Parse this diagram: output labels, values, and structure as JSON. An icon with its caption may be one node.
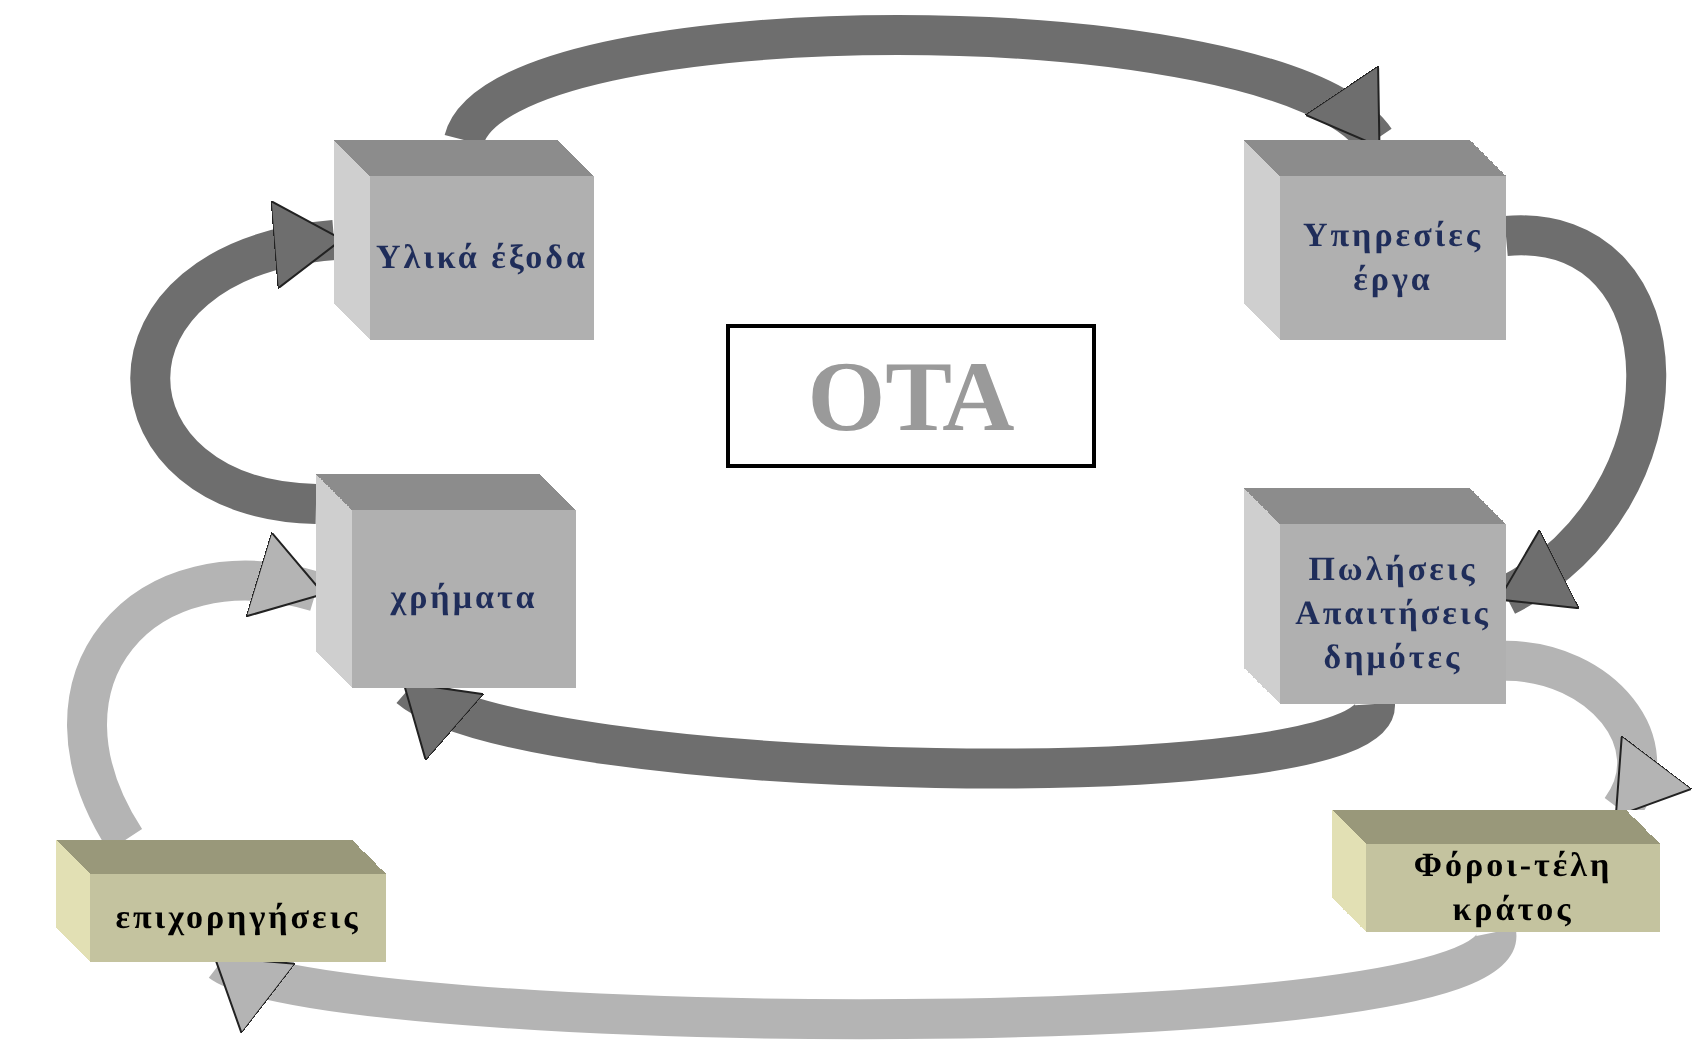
{
  "diagram": {
    "nodes": [
      {
        "text": [
          "Υλικά έξοδα"
        ]
      },
      {
        "text": [
          "Υπηρεσίες έργα"
        ]
      },
      {
        "text": [
          "ΟΤΑ"
        ]
      },
      {
        "text": [
          "χρήματα"
        ]
      },
      {
        "text": [
          "Πωλήσεις Απαιτήσεις δημότες"
        ]
      },
      {
        "text": [
          "επιχορηγήσεις"
        ]
      },
      {
        "text": [
          "Φόροι-τέλη κράτος"
        ]
      }
    ],
    "edges": [
      {
        "from": 0,
        "to": 1,
        "arrow": "to"
      },
      {
        "from": 1,
        "to": 4,
        "arrow": "to"
      },
      {
        "from": 4,
        "to": 3,
        "arrow": "to"
      },
      {
        "from": 3,
        "to": 0,
        "arrow": "to"
      },
      {
        "from": 5,
        "to": 3,
        "arrow": "to",
        "color": "#b4b4b4"
      },
      {
        "from": 4,
        "to": 6,
        "arrow": "to",
        "color": "#b4b4b4"
      },
      {
        "from": 6,
        "to": 5,
        "arrow": "to",
        "color": "#b4b4b4"
      }
    ]
  }
}
